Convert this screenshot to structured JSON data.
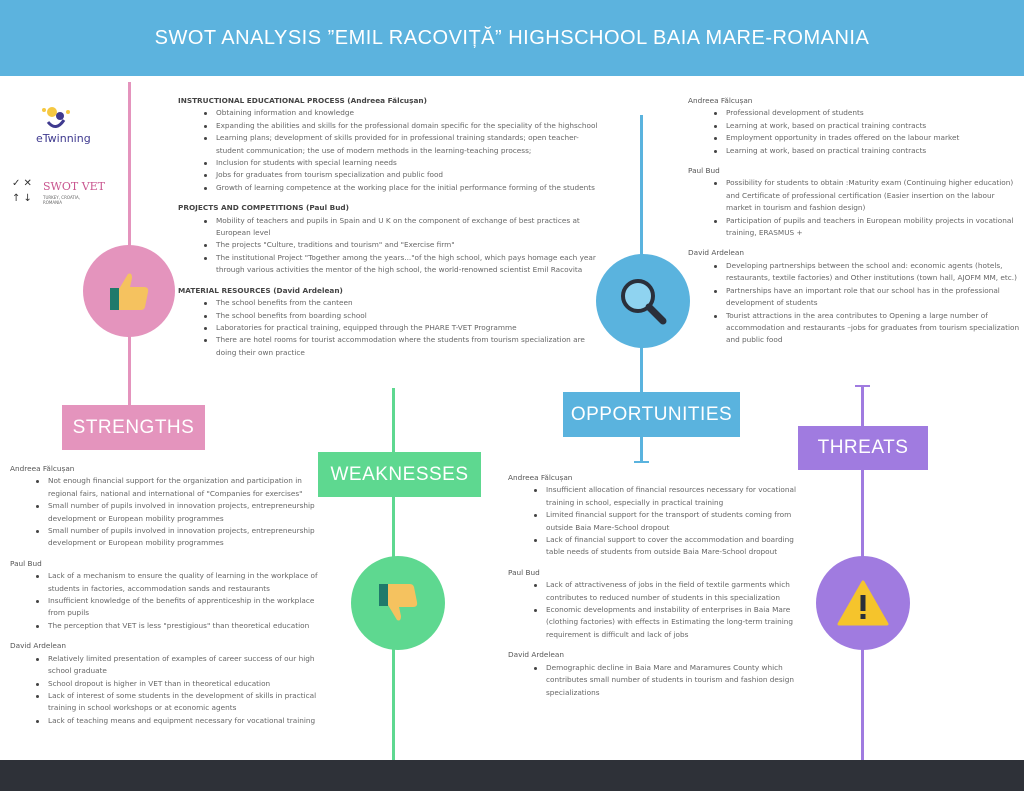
{
  "header": {
    "title": "SWOT ANALYSIS ”EMIL RACOVIȚĂ” HIGHSCHOOL BAIA MARE-ROMANIA"
  },
  "logos": {
    "etwinning": "eTwinning",
    "swotvet": "SWOT VET",
    "swotvet_sub": "TURKEY, CROATIA, ROMANIA"
  },
  "colors": {
    "header": "#5cb3de",
    "strengths": "#e494bd",
    "weaknesses": "#5ed890",
    "opportunities": "#5ab3de",
    "threats": "#a07be0",
    "footer": "#2e3138"
  },
  "sections": {
    "strengths": {
      "label": "STRENGTHS",
      "icon": "thumbs-up-icon",
      "groups": [
        {
          "heading": "INSTRUCTIONAL EDUCATIONAL PROCESS (Andreea Fălcușan)",
          "bold": true,
          "items": [
            "Obtaining information and knowledge",
            "Expanding the abilities and skills for the professional domain  specific for the speciality of the highschool",
            "Learning plans;  development of skills provided for in professional training standards; open teacher-student communication; the use of modern methods in the learning-teaching process;",
            "Inclusion for students with special learning needs",
            "Jobs for graduates from tourism specialization and public food",
            "Growth of learning competence at the working place for the initial performance forming of the students"
          ]
        },
        {
          "heading": "PROJECTS AND COMPETITIONS (Paul Bud)",
          "bold": true,
          "items": [
            "Mobility of teachers and pupils in Spain and U K on the component of exchange of best practices at European level",
            "The projects \"Culture, traditions and tourism\" and \"Exercise firm\"",
            "The institutional Project \"Together among the years...\"of the high school, which pays homage each year through various activities the mentor of the high school, the world-renowned scientist Emil Racovita"
          ]
        },
        {
          "heading": "MATERIAL RESOURCES (David Ardelean)",
          "bold": true,
          "items": [
            "The school benefits from the canteen",
            "The school benefits from boarding school",
            "Laboratories for practical training, equipped through the PHARE T-VET Programme",
            "There are hotel rooms for tourist accommodation where the students from tourism specialization are doing their own practice"
          ]
        }
      ]
    },
    "opportunities": {
      "label": "OPPORTUNITIES",
      "icon": "magnifier-icon",
      "groups": [
        {
          "heading": "Andreea Fălcușan",
          "items": [
            "Professional development of students",
            "Learning at work, based on practical training contracts",
            "Employment opportunity in trades offered on the labour market",
            "Learning at work, based on practical training contracts"
          ]
        },
        {
          "heading": "Paul Bud",
          "items": [
            "Possibility for students to obtain :Maturity exam (Continuing higher education) and Certificate of professional certification (Easier insertion on the labour market in tourism and fashion design)",
            "Participation of pupils and teachers in European mobility projects in vocational training, ERASMUS +"
          ]
        },
        {
          "heading": "David Ardelean",
          "items": [
            "Developing partnerships between the school and:  economic agents (hotels, restaurants, textile factories) and Other institutions (town hall, AJOFM MM, etc.)",
            "Partnerships have an important role that our school has in the professional development of students",
            "Tourist attractions in the area contributes to Opening a large number of accommodation and restaurants –jobs for graduates from tourism specialization and public food"
          ]
        }
      ]
    },
    "weaknesses": {
      "label": "WEAKNESSES",
      "icon": "thumbs-down-icon",
      "groups": [
        {
          "heading": "Andreea Fălcușan",
          "items": [
            "Not enough financial support for the organization and participation in regional fairs, national and international of \"Companies for exercises\"",
            "Small number of pupils involved in innovation projects, entrepreneurship development or European mobility programmes",
            "Small number of pupils involved in innovation projects, entrepreneurship development or European mobility programmes"
          ]
        },
        {
          "heading": "Paul Bud",
          "items": [
            "Lack of a mechanism to ensure the quality of learning in the workplace of students in factories, accommodation sands and restaurants",
            "Insufficient knowledge of the benefits of apprenticeship in the workplace from pupils",
            "The perception that VET is less \"prestigious\" than theoretical education"
          ]
        },
        {
          "heading": "David Ardelean",
          "items": [
            "Relatively limited presentation of examples of career success of our high school graduate",
            "School dropout is higher in VET than in theoretical education",
            "Lack of interest of some students in the development of skills in practical training in school workshops or at economic agents",
            "Lack of teaching means and equipment necessary for vocational training"
          ]
        }
      ]
    },
    "threats": {
      "label": "THREATS",
      "icon": "warning-icon",
      "groups": [
        {
          "heading": "Andreea Fălcușan",
          "items": [
            "Insufficient allocation of financial resources necessary for vocational training in school, especially in practical training",
            "Limited financial support for the transport of students coming from outside Baia Mare-School dropout",
            "Lack of financial support to cover the accommodation and boarding table needs of students from outside Baia Mare-School dropout"
          ]
        },
        {
          "heading": "Paul Bud",
          "items": [
            "Lack of attractiveness of jobs in the field of textile garments which contributes to reduced number of students in this specialization",
            "Economic developments and instability of enterprises in Baia Mare (clothing factories) with effects in Estimating the long-term training requirement is difficult and lack of jobs"
          ]
        },
        {
          "heading": "David Ardelean",
          "items": [
            "Demographic decline in Baia Mare and Maramures County which contributes small number of students in tourism and fashion design specializations"
          ]
        }
      ]
    }
  }
}
